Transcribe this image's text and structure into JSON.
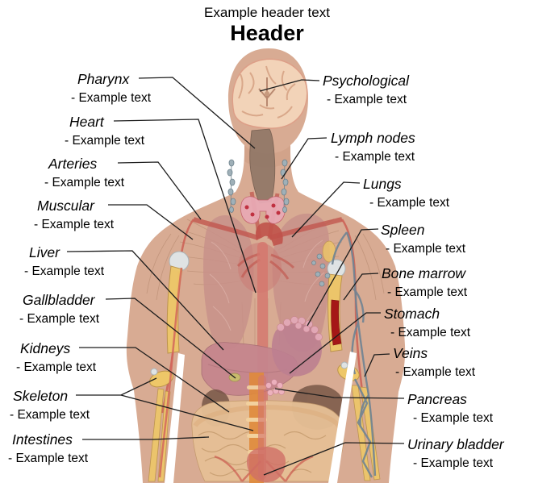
{
  "header": {
    "subtitle": "Example header text",
    "title": "Header"
  },
  "labels": {
    "left": [
      {
        "title": "Pharynx",
        "note": "- Example text"
      },
      {
        "title": "Heart",
        "note": "- Example text"
      },
      {
        "title": "Arteries",
        "note": "- Example text"
      },
      {
        "title": "Muscular",
        "note": "- Example text"
      },
      {
        "title": "Liver",
        "note": "- Example text"
      },
      {
        "title": "Gallbladder",
        "note": "- Example text"
      },
      {
        "title": "Kidneys",
        "note": "- Example text"
      },
      {
        "title": "Skeleton",
        "note": "- Example text"
      },
      {
        "title": "Intestines",
        "note": "- Example text"
      }
    ],
    "right": [
      {
        "title": "Psychological",
        "note": "- Example text"
      },
      {
        "title": "Lymph nodes",
        "note": "- Example text"
      },
      {
        "title": "Lungs",
        "note": "- Example text"
      },
      {
        "title": "Spleen",
        "note": "- Example text"
      },
      {
        "title": "Bone marrow",
        "note": "- Example text"
      },
      {
        "title": "Stomach",
        "note": "- Example text"
      },
      {
        "title": "Veins",
        "note": "- Example text"
      },
      {
        "title": "Pancreas",
        "note": "- Example text"
      },
      {
        "title": "Urinary bladder",
        "note": "- Example text"
      }
    ]
  },
  "colors": {
    "skin": "#d8ab93",
    "bone": "#eec768",
    "bone_marrow": "#a51717",
    "artery": "#c0524a",
    "vein": "#6f8494",
    "organ_mauve": "#c5858d",
    "intestine": "#e6c096",
    "spine": "#e08a3c",
    "leader_line": "#1c1c1c"
  }
}
